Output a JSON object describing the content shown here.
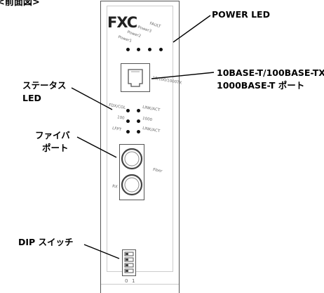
{
  "diagram": {
    "view_title": "<前面図>",
    "brand": "FXC",
    "callouts": {
      "power_led": "POWER LED",
      "port_line1": "10BASE-T/100BASE-TX/",
      "port_line2": "1000BASE-T ポート",
      "status_line1": "ステータス",
      "status_line2": "LED",
      "fiber_line1": "ファイバ",
      "fiber_line2": "ポート",
      "dip": "DIP スイッチ"
    },
    "panel_labels": {
      "power1": "Power1",
      "power2": "Power2",
      "power3": "Power3",
      "fault": "FAULT",
      "rj45": "10/100/1000TX",
      "fdx_col": "FDX/COL",
      "link_act_1": "LINK/ACT",
      "speed_100": "100",
      "speed_1000": "1000",
      "lfpt": "LFPT",
      "link_act_2": "LINK/ACT",
      "fiber": "Fiber",
      "rx": "RX",
      "dip_0": "0",
      "dip_1": "1"
    }
  }
}
